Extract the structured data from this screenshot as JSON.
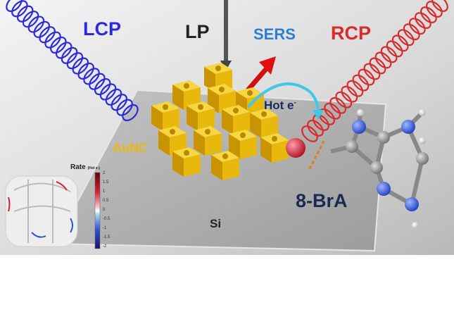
{
  "labels": {
    "lcp": "LCP",
    "lp": "LP",
    "sers": "SERS",
    "rcp": "RCP",
    "hot_e": "Hot e",
    "hot_e_sup": "-",
    "aunc": "AuNC",
    "substrate": "Si",
    "molecule": "8-BrA"
  },
  "colorbar": {
    "title": "Rate",
    "unit": "(Hot e-)",
    "ticks": [
      "2",
      "1.5",
      "1",
      "0.5",
      "0",
      "-0.5",
      "-1",
      "-1.5",
      "-2"
    ]
  },
  "colors": {
    "lcp": "#2b2bdc",
    "rcp": "#d92b2b",
    "sers": "#2a7fd0",
    "gold": "#e8b90c",
    "molecule_n": "#2b4fd6",
    "molecule_c": "#8c8c8c",
    "br": "#d8283a"
  }
}
